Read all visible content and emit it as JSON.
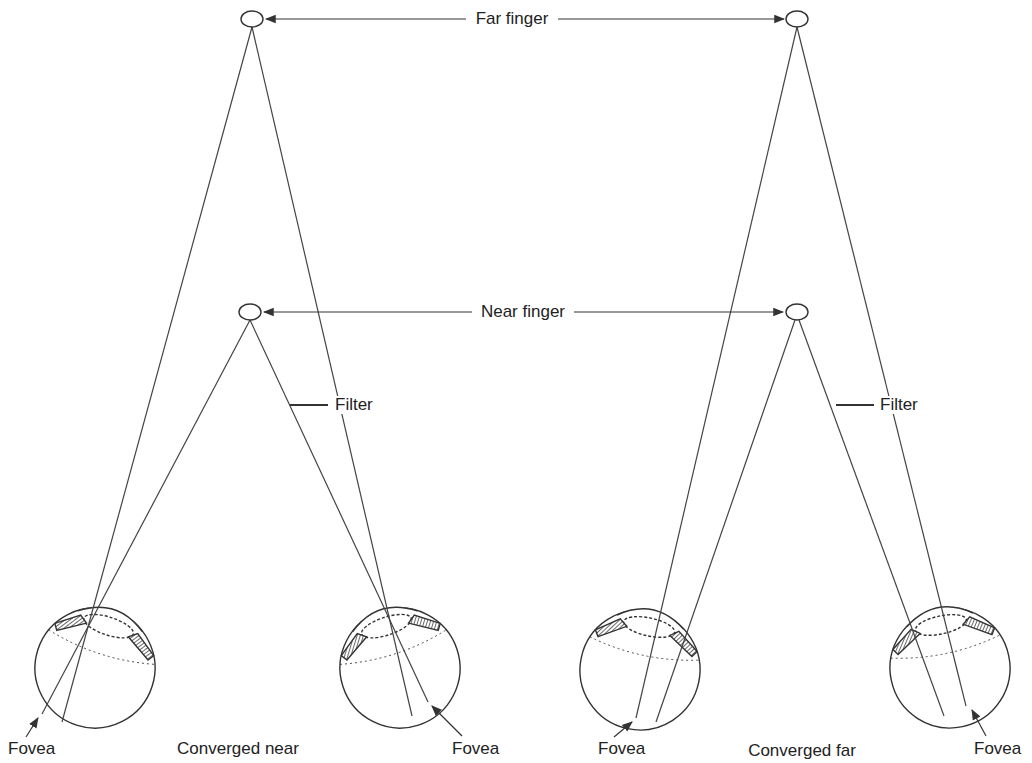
{
  "diagram": {
    "labels": [
      "Far finger",
      "Near finger",
      "Filter",
      "Filter",
      "Fovea",
      "Fovea",
      "Fovea",
      "Fovea",
      "Converged near",
      "Converged far"
    ]
  }
}
